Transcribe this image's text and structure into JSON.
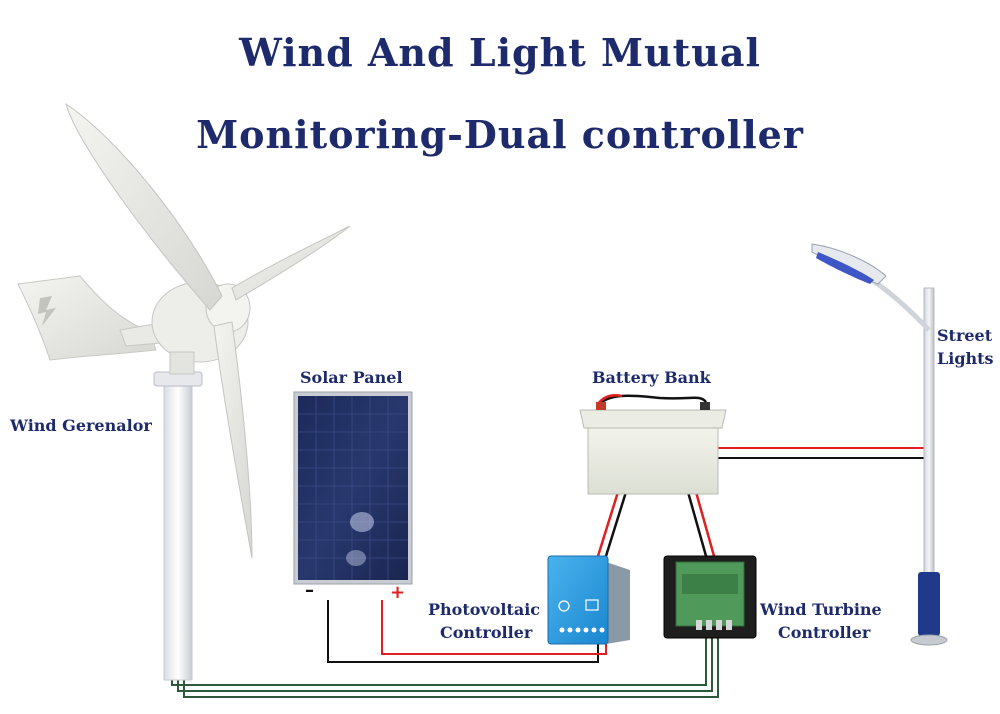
{
  "title": {
    "line1": "Wind And Light Mutual",
    "line2": "Monitoring-Dual controller"
  },
  "labels": {
    "wind_generator": "Wind Gerenalor",
    "solar_panel": "Solar Panel",
    "battery_bank": "Battery Bank",
    "street_lights_line1": "Street",
    "street_lights_line2": "Lights",
    "pv_controller_line1": "Photovoltaic",
    "pv_controller_line2": "Controller",
    "wt_controller_line1": "Wind Turbine",
    "wt_controller_line2": "Controller"
  },
  "polarity": {
    "negative": "–",
    "positive": "+"
  },
  "colors": {
    "title": "#1d2a6b",
    "wire_positive": "#e02020",
    "wire_negative": "#111111",
    "wire_ac": "#2e5a3c",
    "pv_controller": "#2a9be0",
    "wt_controller": "#1e1e1e"
  }
}
